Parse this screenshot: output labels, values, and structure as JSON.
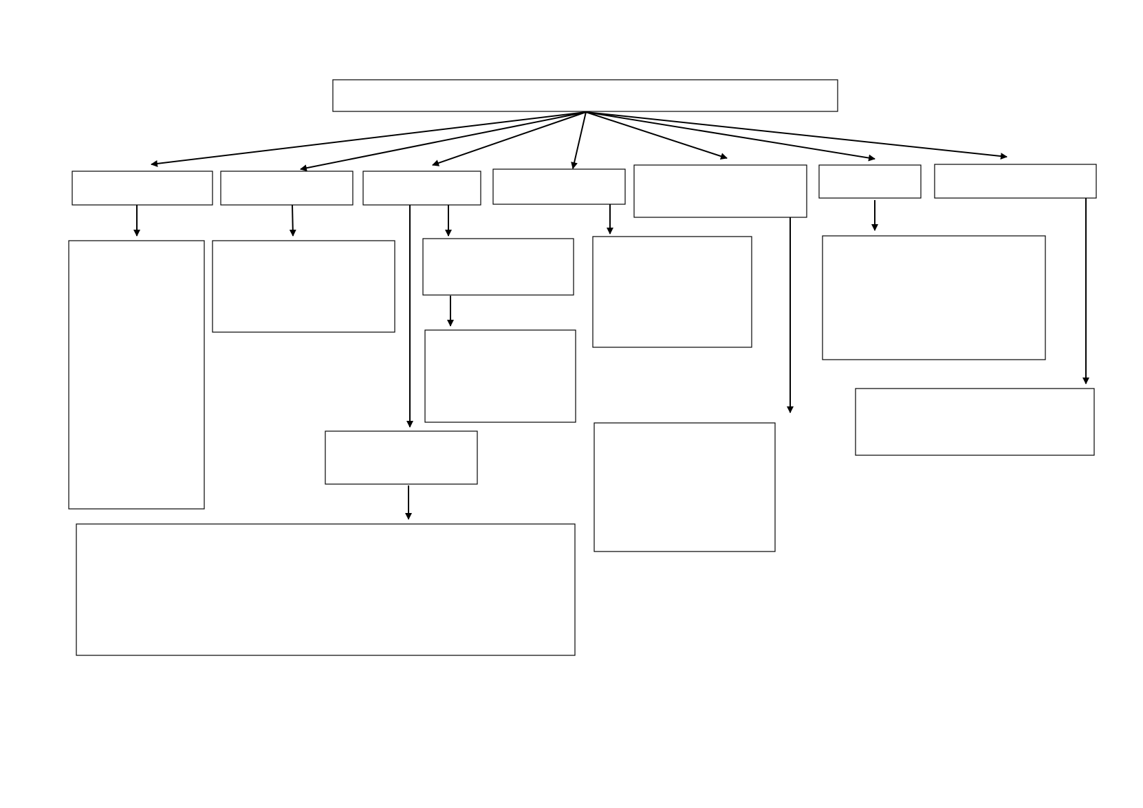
{
  "diagram": {
    "type": "tree",
    "line_color": "#000000",
    "box_fill": "#ffffff",
    "nodes": [
      {
        "id": "root",
        "label": ""
      },
      {
        "id": "c1",
        "label": ""
      },
      {
        "id": "c2",
        "label": ""
      },
      {
        "id": "c3",
        "label": ""
      },
      {
        "id": "c4",
        "label": ""
      },
      {
        "id": "c5",
        "label": ""
      },
      {
        "id": "c6",
        "label": ""
      },
      {
        "id": "c7",
        "label": ""
      },
      {
        "id": "c1-detail",
        "label": ""
      },
      {
        "id": "c2-detail",
        "label": ""
      },
      {
        "id": "c3-sub1",
        "label": ""
      },
      {
        "id": "c3-sub2",
        "label": ""
      },
      {
        "id": "c3-sub3",
        "label": ""
      },
      {
        "id": "c3-detail",
        "label": ""
      },
      {
        "id": "c4-detail",
        "label": ""
      },
      {
        "id": "c5-detail",
        "label": ""
      },
      {
        "id": "c6-detail",
        "label": ""
      },
      {
        "id": "c7-detail",
        "label": ""
      }
    ],
    "edges": [
      {
        "from": "root",
        "to": "c1"
      },
      {
        "from": "root",
        "to": "c2"
      },
      {
        "from": "root",
        "to": "c3"
      },
      {
        "from": "root",
        "to": "c4"
      },
      {
        "from": "root",
        "to": "c5"
      },
      {
        "from": "root",
        "to": "c6"
      },
      {
        "from": "root",
        "to": "c7"
      },
      {
        "from": "c1",
        "to": "c1-detail"
      },
      {
        "from": "c2",
        "to": "c2-detail"
      },
      {
        "from": "c3",
        "to": "c3-sub1"
      },
      {
        "from": "c3-sub1",
        "to": "c3-sub2"
      },
      {
        "from": "c3",
        "to": "c3-sub3"
      },
      {
        "from": "c3-sub3",
        "to": "c3-detail"
      },
      {
        "from": "c4",
        "to": "c4-detail"
      },
      {
        "from": "c5",
        "to": "c5-detail"
      },
      {
        "from": "c6",
        "to": "c6-detail"
      },
      {
        "from": "c7",
        "to": "c7-detail"
      }
    ]
  }
}
